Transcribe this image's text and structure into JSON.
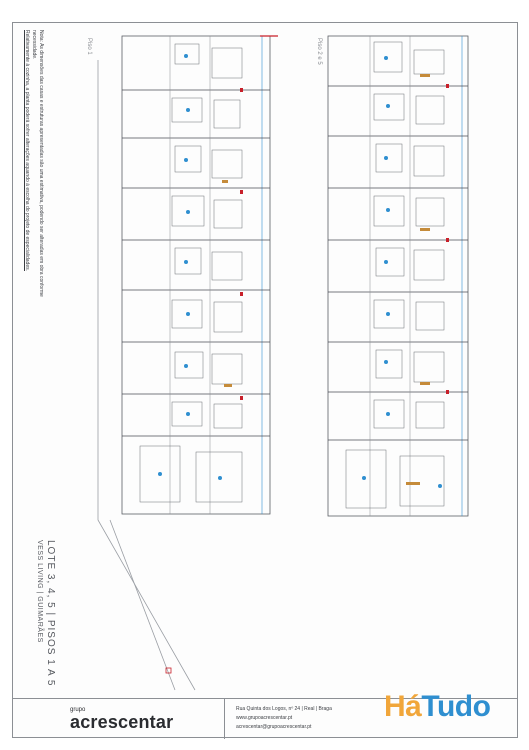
{
  "sheet": {
    "note_lines": [
      "Nota: As dimensões das casas e estruturas apresentadas são uma estimativa, podendo ser alteradas em obra conforme",
      "necessidade.",
      "Relativamente à cozinha, a planta poderá sofrer alterações aquando à escolha do projeto de especialidades."
    ],
    "floor_labels": [
      "Piso 1",
      "Piso 2 e 5"
    ],
    "title": "LOTE 3, 4, 5 | PISOS 1 A 5",
    "subtitle": "VESS LIVING | GUIMARÃES"
  },
  "footer": {
    "logo_grupo": "grupo",
    "logo_name": "acrescentar",
    "address": "Rua Quinta dos Logos, nº 24 | Real | Braga",
    "website": "www.grupoacrescentar.pt",
    "email": "acrescentar@grupoacrescentar.pt"
  },
  "watermark": {
    "part_a": "Há",
    "part_b": "Tudo"
  },
  "colors": {
    "line": "#5a5e66",
    "wall": "#4a4d54",
    "accent_red": "#c8202a",
    "accent_blue": "#2f8fd0",
    "watermark_orange": "#f1a63a"
  }
}
